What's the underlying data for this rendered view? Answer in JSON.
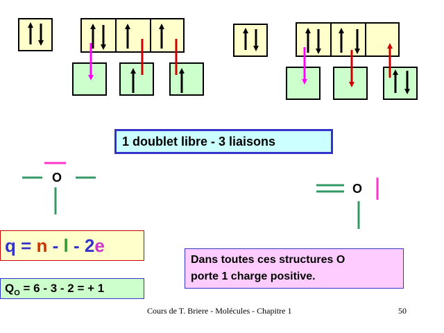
{
  "banner": {
    "text": "1 doublet libre - 3 liaisons"
  },
  "structures": {
    "left_atom": "O",
    "right_atom": "O"
  },
  "formula": {
    "q": "q",
    "eq": " = ",
    "n": "n",
    "m1": " - ",
    "l": "l",
    "m2": " - ",
    "two_e": "2",
    "e": "e"
  },
  "calc": {
    "q": "Q",
    "sub": "O",
    "rest": " = 6 - 3 - 2 = + 1"
  },
  "note": {
    "line1": "Dans toutes ces structures O",
    "line2": "porte 1 charge positive."
  },
  "footer": {
    "course": "Cours de T. Briere - Molécules - Chapitre 1",
    "page": "50"
  },
  "colors": {
    "q": "#3333cc",
    "n": "#cc3300",
    "l": "#339933",
    "e": "#cc33cc",
    "magenta": "#ff00ff",
    "red": "#cc0000",
    "green_bond": "#339966",
    "pink_bond": "#ff33cc"
  }
}
